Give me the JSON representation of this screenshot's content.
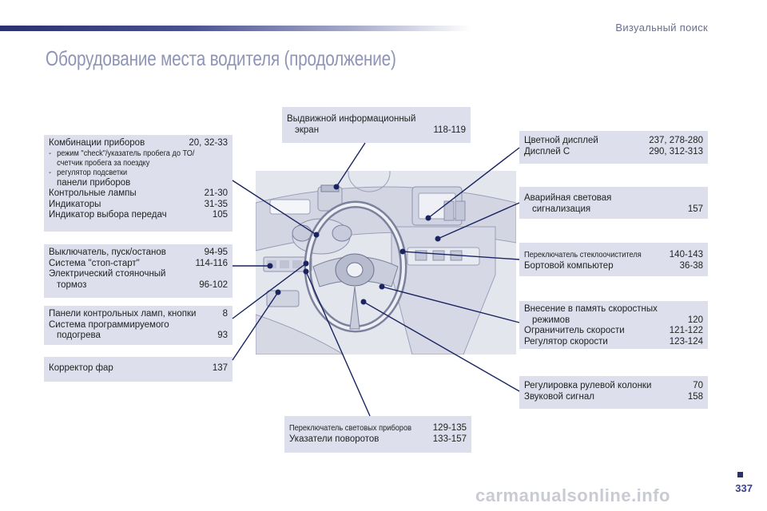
{
  "header": {
    "section": "Визуальный поиск"
  },
  "title": "Оборудование места водителя (продолжение)",
  "boxes": {
    "instruments": {
      "r1_label": "Комбинации приборов",
      "r1_pages": "20, 32-33",
      "sub1_l1": "режим \"check\"/указатель пробега до ТО/",
      "sub1_l2": "счетчик пробега за поездку",
      "sub2_l1": "регулятор подсветки",
      "sub2_l2": "панели приборов",
      "r2_label": "Контрольные лампы",
      "r2_pages": "21-30",
      "r3_label": "Индикаторы",
      "r3_pages": "31-35",
      "r4_label": "Индикатор выбора передач",
      "r4_pages": "105"
    },
    "ignition": {
      "r1_label": "Выключатель, пуск/останов",
      "r1_pages": "94-95",
      "r2_label": "Система \"стоп-старт\"",
      "r2_pages": "114-116",
      "r3_l1": "Электрический стояночный",
      "r3_l2": "тормоз",
      "r3_pages": "96-102"
    },
    "panels": {
      "r1_label": "Панели контрольных ламп, кнопки",
      "r1_pages": "8",
      "r2_l1": "Система программируемого",
      "r2_l2": "подогрева",
      "r2_pages": "93"
    },
    "headlamp": {
      "r1_label": "Корректор фар",
      "r1_pages": "137"
    },
    "screen": {
      "r1": "Выдвижной информационный",
      "r2_label": "экран",
      "r2_pages": "118-119"
    },
    "display": {
      "r1_label": "Цветной дисплей",
      "r1_pages": "237, 278-280",
      "r2_label": "Дисплей C",
      "r2_pages": "290, 312-313"
    },
    "hazard": {
      "r1": "Аварийная световая",
      "r2_label": "сигнализация",
      "r2_pages": "157"
    },
    "wiper": {
      "r1_label": "Переключатель стеклоочистителя",
      "r1_pages": "140-143",
      "r2_label": "Бортовой компьютер",
      "r2_pages": "36-38"
    },
    "speed": {
      "r1": "Внесение в память скоростных",
      "r2_label": "режимов",
      "r2_pages": "120",
      "r3_label": "Ограничитель скорости",
      "r3_pages": "121-122",
      "r4_label": "Регулятор скорости",
      "r4_pages": "123-124"
    },
    "steering": {
      "r1_label": "Регулировка рулевой колонки",
      "r1_pages": "70",
      "r2_label": "Звуковой сигнал",
      "r2_pages": "158"
    },
    "lighting": {
      "r1_label": "Переключатель световых приборов",
      "r1_pages": "129-135",
      "r2_label": "Указатели поворотов",
      "r2_pages": "133-157"
    }
  },
  "page_number": "337",
  "watermark": "carmanualsonline.info",
  "colors": {
    "accent": "#2b3170",
    "box_bg": "#dde0ec",
    "title": "#8f95b6",
    "line": "#1a2460"
  }
}
